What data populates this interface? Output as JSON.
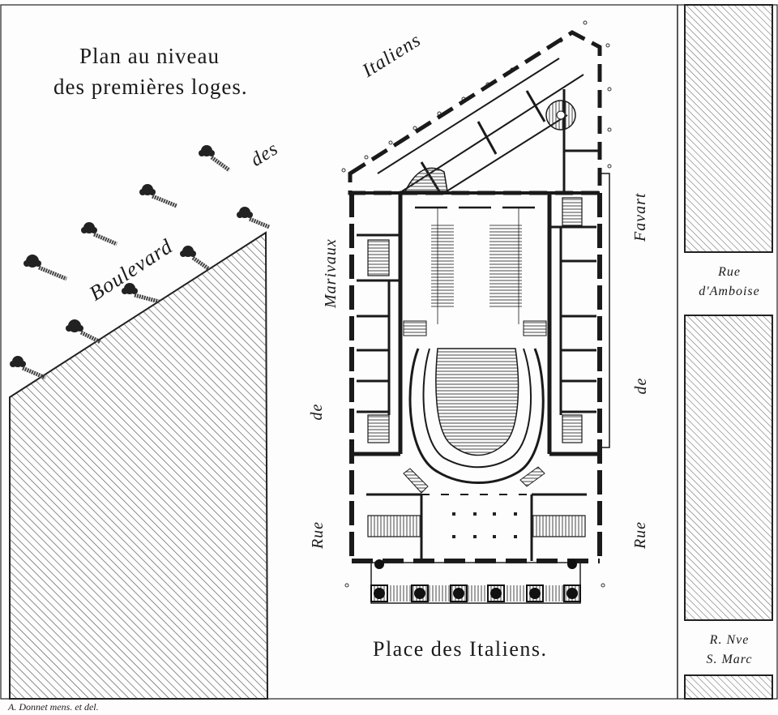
{
  "title": {
    "line1": "Plan au niveau",
    "line2": "des premières loges."
  },
  "streets": {
    "italiens": "Italiens",
    "des": "des",
    "boulevard": "Boulevard",
    "marivaux_word": "Marivaux",
    "marivaux_de": "de",
    "marivaux_rue": "Rue",
    "favart_word": "Favart",
    "favart_de": "de",
    "favart_rue": "Rue",
    "amboise_line1": "Rue",
    "amboise_line2": "d'Amboise",
    "saint_marc_line1": "R. Nve",
    "saint_marc_line2": "S. Marc"
  },
  "place": "Place des Italiens.",
  "credit": "A. Donnet mens. et del.",
  "colors": {
    "ink": "#1a1a1a",
    "hatch": "#555555",
    "paper": "#fdfdfd"
  }
}
